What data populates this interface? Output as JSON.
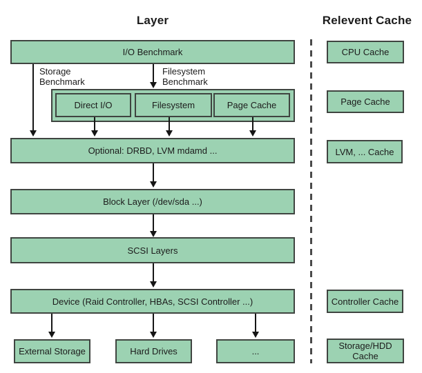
{
  "header": {
    "layer_title": "Layer",
    "cache_title": "Relevent Cache"
  },
  "layer_column": {
    "io_benchmark": "I/O Benchmark",
    "storage_benchmark_label": "Storage\nBenchmark",
    "filesystem_benchmark_label": "Filesystem\nBenchmark",
    "io_paths": {
      "direct_io": "Direct I/O",
      "filesystem": "Filesystem",
      "page_cache": "Page Cache"
    },
    "optional": "Optional: DRBD, LVM mdamd ...",
    "block_layer": "Block Layer (/dev/sda ...)",
    "scsi": "SCSI Layers",
    "device": "Device (Raid Controller, HBAs, SCSI Controller ...)",
    "targets": {
      "external_storage": "External Storage",
      "hard_drives": "Hard Drives",
      "other": "..."
    }
  },
  "cache_column": {
    "cpu": "CPU Cache",
    "page": "Page Cache",
    "lvm": "LVM, ... Cache",
    "controller": "Controller Cache",
    "storage_hdd": "Storage/HDD\nCache"
  },
  "colors": {
    "box_fill": "#9cd2b2",
    "box_border": "#3f4440",
    "arrow": "#151515",
    "text": "#1b1b1b"
  }
}
